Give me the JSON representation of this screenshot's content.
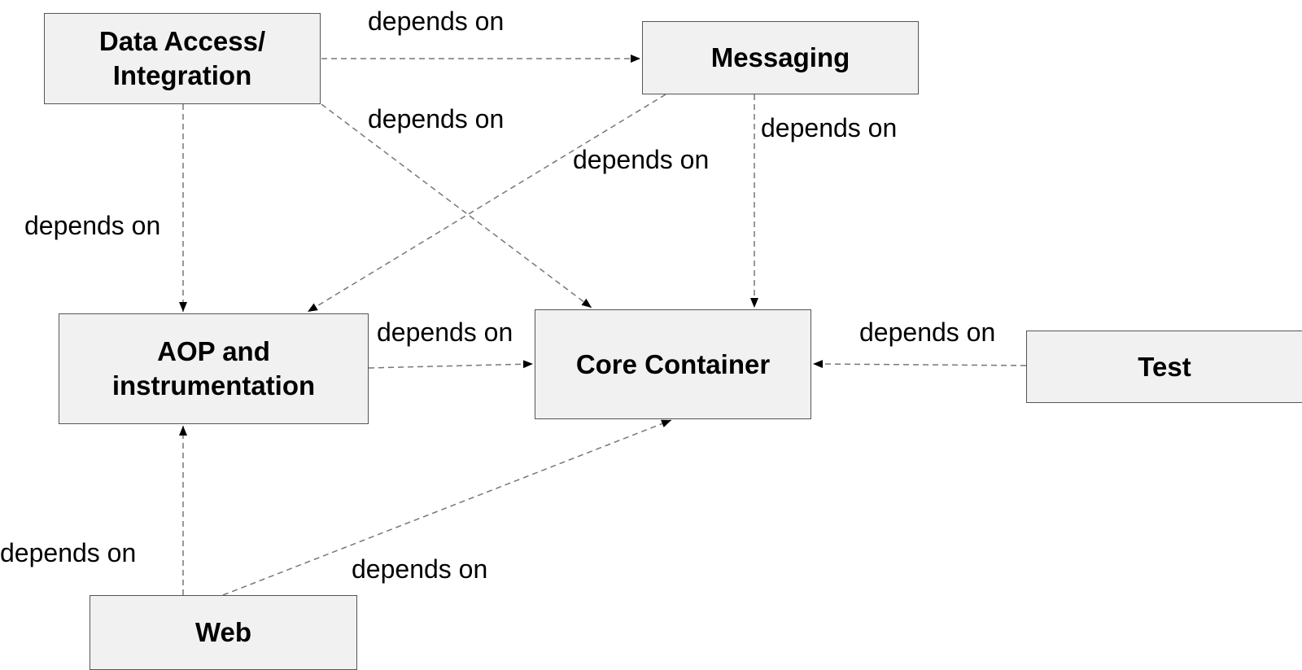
{
  "nodes": {
    "data_access": "Data Access/\nIntegration",
    "messaging": "Messaging",
    "aop": "AOP and\ninstrumentation",
    "core": "Core Container",
    "test": "Test",
    "web": "Web"
  },
  "edges": [
    {
      "from": "Data Access/Integration",
      "to": "Messaging",
      "label": "depends on"
    },
    {
      "from": "Data Access/Integration",
      "to": "Core Container",
      "label": "depends on"
    },
    {
      "from": "Messaging",
      "to": "Core Container",
      "label": "depends on"
    },
    {
      "from": "Messaging",
      "to": "AOP and instrumentation",
      "label": "depends on"
    },
    {
      "from": "Data Access/Integration",
      "to": "AOP and instrumentation",
      "label": "depends on"
    },
    {
      "from": "AOP and instrumentation",
      "to": "Core Container",
      "label": "depends on"
    },
    {
      "from": "Test",
      "to": "Core Container",
      "label": "depends on"
    },
    {
      "from": "Web",
      "to": "AOP and instrumentation",
      "label": "depends on"
    },
    {
      "from": "Web",
      "to": "Core Container",
      "label": "depends on"
    }
  ],
  "colors": {
    "box_fill": "#f1f1f1",
    "box_border": "#555555",
    "connector": "#777777",
    "arrowhead": "#000000",
    "text": "#000000"
  }
}
